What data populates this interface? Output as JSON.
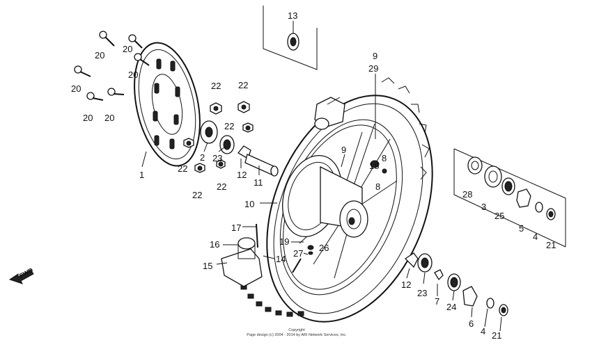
{
  "labels": {
    "l13": "13",
    "l9a": "9",
    "l29": "29",
    "l9b": "9",
    "l18": "18",
    "l8a": "8",
    "l8b": "8",
    "l10": "10",
    "l11": "11",
    "l12a": "12",
    "l12b": "12",
    "l2": "2",
    "l23a": "23",
    "l23b": "23",
    "l22a": "22",
    "l22b": "22",
    "l22c": "22",
    "l22d": "22",
    "l22e": "22",
    "l22f": "22",
    "l1": "1",
    "l20a": "20",
    "l20b": "20",
    "l20c": "20",
    "l20d": "20",
    "l20e": "20",
    "l20f": "20",
    "l17": "17",
    "l16": "16",
    "l15": "15",
    "l14": "14",
    "l19": "19",
    "l26": "26",
    "l27": "27",
    "l28": "28",
    "l3": "3",
    "l25": "25",
    "l5": "5",
    "l4a": "4",
    "l4b": "4",
    "l21a": "21",
    "l21b": "21",
    "l7": "7",
    "l24": "24",
    "l6": "6"
  },
  "fwd_label": "FWD",
  "copyright": {
    "line1": "Copyright",
    "line2": "Page design (c) 2004 - 2014 by ARI Network Services, Inc."
  }
}
